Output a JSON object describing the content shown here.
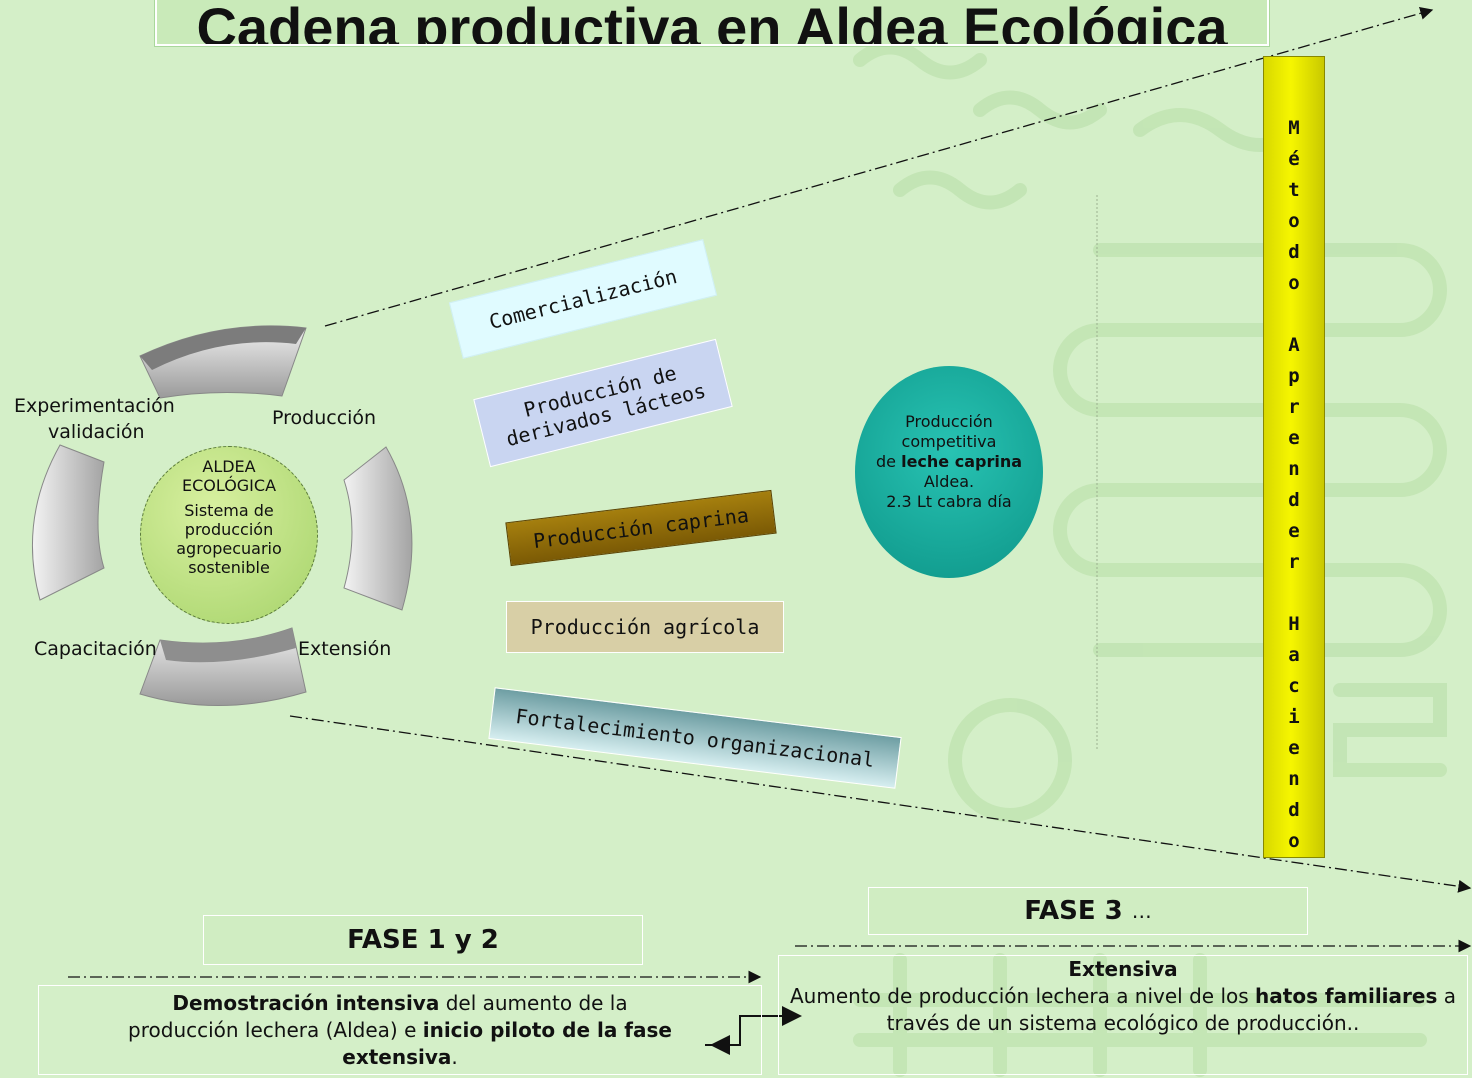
{
  "title": "Cadena productiva en Aldea Ecológica",
  "cycle": {
    "labels": {
      "produccion": "Producción",
      "experimentacion": "Experimentación",
      "validacion": "validación",
      "capacitacion": "Capacitación",
      "extension": "Extensión"
    },
    "hub": {
      "title1": "ALDEA",
      "title2": "ECOLÓGICA",
      "sub1": "Sistema de",
      "sub2": "producción",
      "sub3": "agropecuario",
      "sub4": "sostenible"
    }
  },
  "bands": {
    "comercializacion": "Comercialización",
    "derivados_l1": "Producción de",
    "derivados_l2": "derivados lácteos",
    "caprina": "Producción caprina",
    "agricola": "Producción agrícola",
    "fortalecimiento": "Fortalecimiento organizacional"
  },
  "goal": {
    "l1": "Producción",
    "l2": "competitiva",
    "l3a": "de ",
    "l3b": "leche caprina",
    "l4": "Aldea.",
    "l5": "2.3 Lt cabra día"
  },
  "method_letters": [
    "M",
    "é",
    "t",
    "o",
    "d",
    "o",
    "",
    "A",
    "p",
    "r",
    "e",
    "n",
    "d",
    "e",
    "r",
    "",
    "H",
    "a",
    "c",
    "i",
    "e",
    "n",
    "d",
    "o"
  ],
  "fase12": {
    "label": "FASE 1 y 2",
    "b1": "Demostración intensiva",
    "t1": " del aumento de la producción lechera (Aldea) e ",
    "b2": "inicio piloto de la fase extensiva",
    "t2": "."
  },
  "fase3": {
    "label": "FASE 3",
    "ellipsis": "…",
    "heading": "Extensiva",
    "t1": "Aumento de producción lechera a nivel de los ",
    "b1": "hatos familiares",
    "t2": " a través de un sistema ecológico de producción.."
  },
  "colors": {
    "background": "#d4efc8",
    "caprina": "#8b6a0a",
    "goal_circle": "#14a596",
    "method_bar": "#eded00"
  }
}
